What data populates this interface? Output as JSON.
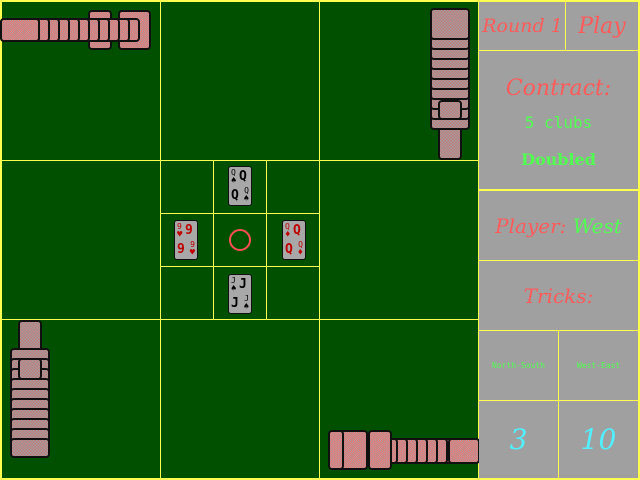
{
  "trick": {
    "north": {
      "rank": "Q",
      "suit": "♠",
      "color": "black"
    },
    "west": {
      "rank": "9",
      "suit": "♥",
      "color": "red"
    },
    "east": {
      "rank": "Q",
      "suit": "♦",
      "color": "red"
    },
    "south": {
      "rank": "J",
      "suit": "♠",
      "color": "black"
    }
  },
  "panel": {
    "round": "Round 1",
    "phase": "Play",
    "contract_label": "Contract:",
    "contract": "5 clubs",
    "doubled": "Doubled",
    "player_label": "Player:",
    "player": "West",
    "tricks_label": "Tricks:",
    "teams": [
      "North-South",
      "West-East"
    ],
    "scores": [
      "3",
      "10"
    ]
  },
  "colors": {
    "felt": "#005000",
    "grid": "#ffff50",
    "panel": "#a0a0a0",
    "accent": "#ff5a5a",
    "green_text": "#50ff50",
    "score": "#50f0ff"
  }
}
